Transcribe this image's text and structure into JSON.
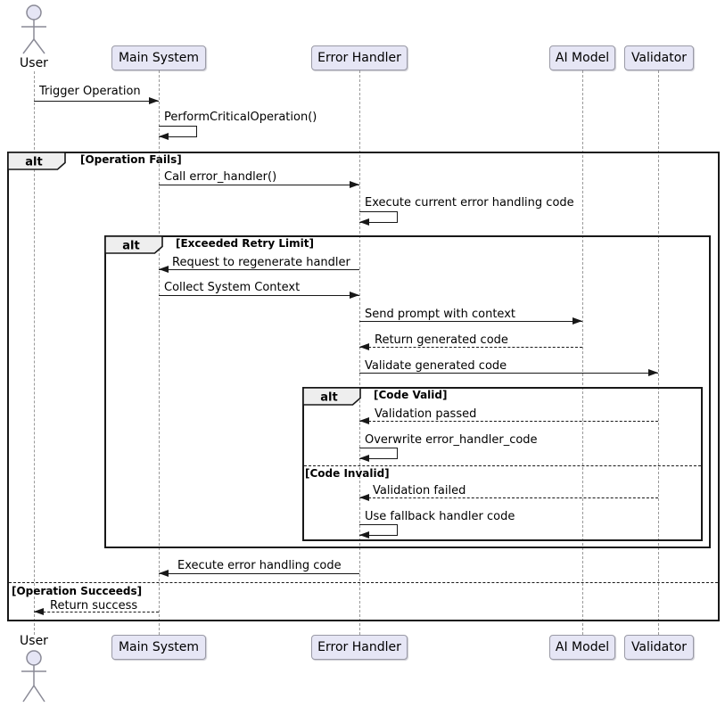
{
  "participants": [
    {
      "name": "User",
      "type": "actor"
    },
    {
      "name": "Main System",
      "type": "participant"
    },
    {
      "name": "Error Handler",
      "type": "participant"
    },
    {
      "name": "AI Model",
      "type": "participant"
    },
    {
      "name": "Validator",
      "type": "participant"
    }
  ],
  "frames": {
    "operation": {
      "operator": "alt",
      "condition_fails": "[Operation Fails]",
      "condition_succeeds": "[Operation Succeeds]"
    },
    "retry": {
      "operator": "alt",
      "condition_exceeded": "[Exceeded Retry Limit]"
    },
    "code": {
      "operator": "alt",
      "condition_valid": "[Code Valid]",
      "condition_invalid": "[Code Invalid]"
    }
  },
  "messages": [
    {
      "text": "Trigger Operation",
      "from": "User",
      "to": "Main System",
      "arrow": "solid"
    },
    {
      "text": "PerformCriticalOperation()",
      "from": "Main System",
      "to": "Main System",
      "arrow": "self"
    },
    {
      "text": "Call error_handler()",
      "from": "Main System",
      "to": "Error Handler",
      "arrow": "solid"
    },
    {
      "text": "Execute current error handling code",
      "from": "Error Handler",
      "to": "Error Handler",
      "arrow": "self"
    },
    {
      "text": "Request to regenerate handler",
      "from": "Error Handler",
      "to": "Main System",
      "arrow": "solid"
    },
    {
      "text": "Collect System Context",
      "from": "Main System",
      "to": "Error Handler",
      "arrow": "solid"
    },
    {
      "text": "Send prompt with context",
      "from": "Error Handler",
      "to": "AI Model",
      "arrow": "solid"
    },
    {
      "text": "Return generated code",
      "from": "AI Model",
      "to": "Error Handler",
      "arrow": "dashed"
    },
    {
      "text": "Validate generated code",
      "from": "Error Handler",
      "to": "Validator",
      "arrow": "solid"
    },
    {
      "text": "Validation passed",
      "from": "Validator",
      "to": "Error Handler",
      "arrow": "dashed"
    },
    {
      "text": "Overwrite error_handler_code",
      "from": "Error Handler",
      "to": "Error Handler",
      "arrow": "self"
    },
    {
      "text": "Validation failed",
      "from": "Validator",
      "to": "Error Handler",
      "arrow": "dashed"
    },
    {
      "text": "Use fallback handler code",
      "from": "Error Handler",
      "to": "Error Handler",
      "arrow": "self"
    },
    {
      "text": "Execute error handling code",
      "from": "Error Handler",
      "to": "Main System",
      "arrow": "solid"
    },
    {
      "text": "Return success",
      "from": "Main System",
      "to": "User",
      "arrow": "dashed"
    }
  ],
  "colors": {
    "background": "#FFFFFF",
    "participant_fill": "#E2E2F0",
    "participant_border": "#9A9AA6",
    "frame_border": "#181818",
    "frame_label_fill": "#EEEEEE",
    "message_line": "#181818",
    "lifeline": "#999999"
  }
}
